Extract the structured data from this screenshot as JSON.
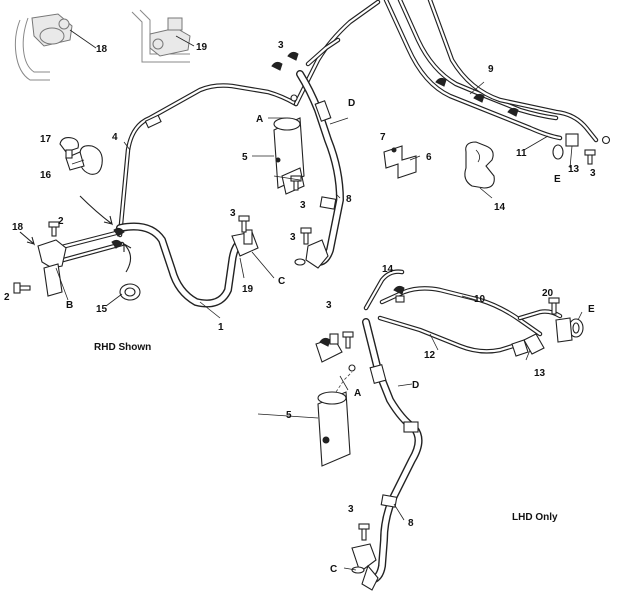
{
  "callouts": {
    "c1": "1",
    "c2a": "2",
    "c2b": "2",
    "c3a": "3",
    "c3b": "3",
    "c3c": "3",
    "c3d": "3",
    "c3e": "3",
    "c3f": "3",
    "c3g": "3",
    "c4": "4",
    "c5a": "5",
    "c5b": "5",
    "c6": "6",
    "c7": "7",
    "c8a": "8",
    "c8b": "8",
    "c9": "9",
    "c10": "10",
    "c11": "11",
    "c12": "12",
    "c13a": "13",
    "c13b": "13",
    "c14a": "14",
    "c14b": "14",
    "c15": "15",
    "c16": "16",
    "c17": "17",
    "c18a": "18",
    "c18b": "18",
    "c19a": "19",
    "c19b": "19",
    "c20": "20",
    "cA1": "A",
    "cA2": "A",
    "cB": "B",
    "cC1": "C",
    "cC2": "C",
    "cD1": "D",
    "cD2": "D",
    "cE1": "E",
    "cE2": "E"
  },
  "captions": {
    "rhd": "RHD Shown",
    "lhd": "LHD Only"
  }
}
